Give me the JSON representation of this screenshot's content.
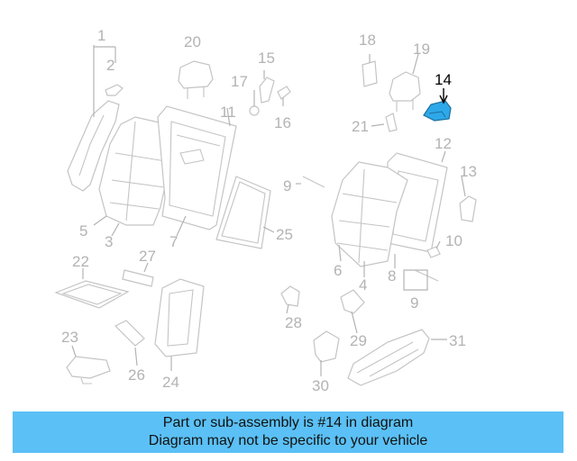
{
  "diagram": {
    "highlight_color": "#2ea8e8",
    "highlighted_part": "14",
    "callouts": [
      {
        "id": "c1",
        "label": "1"
      },
      {
        "id": "c2",
        "label": "2"
      },
      {
        "id": "c3",
        "label": "3"
      },
      {
        "id": "c4",
        "label": "4"
      },
      {
        "id": "c5",
        "label": "5"
      },
      {
        "id": "c6",
        "label": "6"
      },
      {
        "id": "c7",
        "label": "7"
      },
      {
        "id": "c8",
        "label": "8"
      },
      {
        "id": "c9a",
        "label": "9"
      },
      {
        "id": "c9b",
        "label": "9"
      },
      {
        "id": "c10",
        "label": "10"
      },
      {
        "id": "c11",
        "label": "11"
      },
      {
        "id": "c12",
        "label": "12"
      },
      {
        "id": "c13",
        "label": "13"
      },
      {
        "id": "c14",
        "label": "14"
      },
      {
        "id": "c15",
        "label": "15"
      },
      {
        "id": "c16",
        "label": "16"
      },
      {
        "id": "c17",
        "label": "17"
      },
      {
        "id": "c18",
        "label": "18"
      },
      {
        "id": "c19",
        "label": "19"
      },
      {
        "id": "c20",
        "label": "20"
      },
      {
        "id": "c21",
        "label": "21"
      },
      {
        "id": "c22",
        "label": "22"
      },
      {
        "id": "c23",
        "label": "23"
      },
      {
        "id": "c24",
        "label": "24"
      },
      {
        "id": "c25",
        "label": "25"
      },
      {
        "id": "c26",
        "label": "26"
      },
      {
        "id": "c27",
        "label": "27"
      },
      {
        "id": "c28",
        "label": "28"
      },
      {
        "id": "c29",
        "label": "29"
      },
      {
        "id": "c30",
        "label": "30"
      },
      {
        "id": "c31",
        "label": "31"
      }
    ]
  },
  "banner": {
    "background": "#5bc0f5",
    "line1": "Part or sub-assembly is #14 in diagram",
    "line2": "Diagram may not be specific to your vehicle"
  }
}
